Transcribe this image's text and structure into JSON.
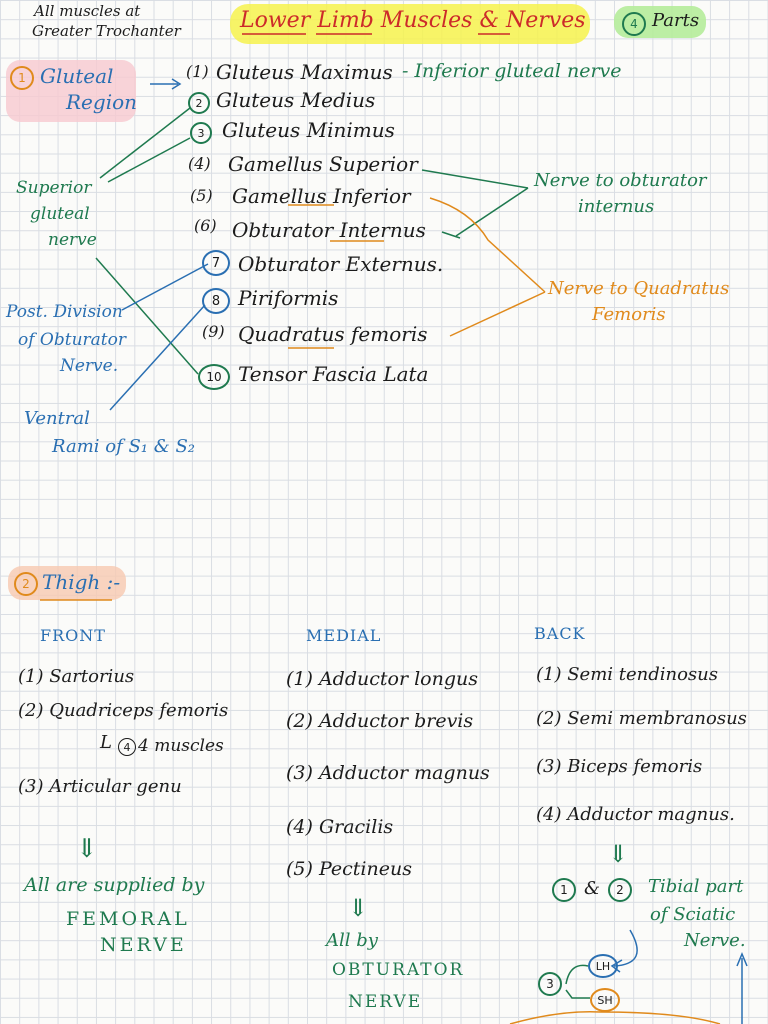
{
  "header": {
    "title": "Lower Limb Muscles & Nerves",
    "parts_number": "4",
    "parts_label": "Parts",
    "top_note_line1": "All muscles at",
    "top_note_line2": "Greater Trochanter"
  },
  "gluteal": {
    "num": "1",
    "title_line1": "Gluteal",
    "title_line2": "Region",
    "muscles": [
      {
        "num": "(1)",
        "name": "Gluteus Maximus",
        "circled": false
      },
      {
        "num": "2",
        "name": "Gluteus Medius",
        "circled": true
      },
      {
        "num": "3",
        "name": "Gluteus Minimus",
        "circled": true
      },
      {
        "num": "(4)",
        "name": "Gamellus Superior",
        "circled": false
      },
      {
        "num": "(5)",
        "name": "Gamellus Inferior",
        "circled": false
      },
      {
        "num": "(6)",
        "name": "Obturator Internus",
        "circled": false
      },
      {
        "num": "7",
        "name": "Obturator Externus.",
        "circled": true
      },
      {
        "num": "8",
        "name": "Piriformis",
        "circled": true
      },
      {
        "num": "(9)",
        "name": "Quadratus femoris",
        "circled": false
      },
      {
        "num": "10",
        "name": "Tensor Fascia Lata",
        "circled": true
      }
    ],
    "inferior_gluteal": "- Inferior gluteal nerve",
    "nerve_obturator_internus_line1": "Nerve to obturator",
    "nerve_obturator_internus_line2": "internus",
    "nerve_quadratus_line1": "Nerve to Quadratus",
    "nerve_quadratus_line2": "Femoris",
    "superior_gluteal_line1": "Superior",
    "superior_gluteal_line2": "gluteal",
    "superior_gluteal_line3": "nerve",
    "post_division_line1": "Post. Division",
    "post_division_line2": "of Obturator",
    "post_division_line3": "Nerve.",
    "ventral_line1": "Ventral",
    "ventral_line2": "Rami of S₁ & S₂"
  },
  "thigh": {
    "num": "2",
    "title": "Thigh :-",
    "front": {
      "heading": "FRONT",
      "items": [
        "(1) Sartorius",
        "(2) Quadriceps femoris",
        "(3) Articular genu"
      ],
      "sub_note": "4 muscles",
      "sub_prefix": "L",
      "arrow": "⇓",
      "supplied_line1": "All are supplied by",
      "supplied_line2": "FEMORAL",
      "supplied_line3": "NERVE"
    },
    "medial": {
      "heading": "MEDIAL",
      "items": [
        "(1) Adductor longus",
        "(2) Adductor brevis",
        "(3) Adductor magnus",
        "(4) Gracilis",
        "(5) Pectineus"
      ],
      "arrow": "⇓",
      "supplied_line1": "All by",
      "supplied_line2": "OBTURATOR",
      "supplied_line3": "NERVE"
    },
    "back": {
      "heading": "BACK",
      "items": [
        "(1) Semi tendinosus",
        "(2) Semi membranosus",
        "(3) Biceps femoris",
        "(4) Adductor magnus."
      ],
      "arrow": "⇓",
      "circle1": "1",
      "amp": "&",
      "circle2": "2",
      "tibial_line1": "Tibial part",
      "tibial_line2": "of Sciatic",
      "tibial_line3": "Nerve.",
      "circle3": "3",
      "lh": "LH",
      "sh": "SH"
    }
  }
}
